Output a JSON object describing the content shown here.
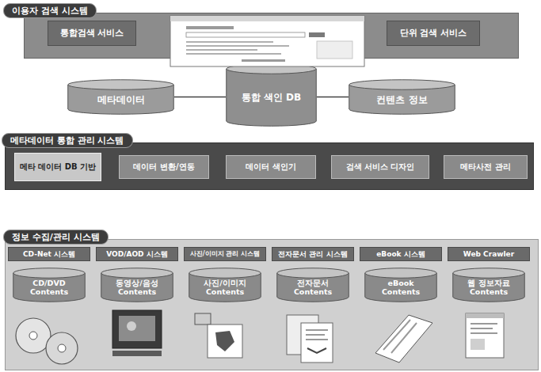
{
  "diagram": {
    "nodes": [
      {
        "text": [
          "이용자 검색 시스템"
        ]
      },
      {
        "text": [
          "통합검색 서비스"
        ],
        "in": 0
      },
      {
        "text": [
          "단위 검색 서비스"
        ],
        "in": 0
      },
      {
        "text": [
          "메타데이터"
        ]
      },
      {
        "text": [
          "통합 색인 DB"
        ]
      },
      {
        "text": [
          "컨텐츠 정보"
        ]
      },
      {
        "text": [
          "메타데이터 통합 관리 시스템"
        ]
      },
      {
        "text": [
          "메타 데이터 DB 기반"
        ],
        "in": 6
      },
      {
        "text": [
          "데이터 변환/연동"
        ],
        "in": 6
      },
      {
        "text": [
          "데이터 색인기"
        ],
        "in": 6
      },
      {
        "text": [
          "검색 서비스 디자인"
        ],
        "in": 6
      },
      {
        "text": [
          "메타사전 관리"
        ],
        "in": 6
      },
      {
        "text": [
          "정보 수집/관리 시스템"
        ]
      },
      {
        "text": [
          "CD-Net 시스템"
        ],
        "in": 12
      },
      {
        "text": [
          "VOD/AOD 시스템"
        ],
        "in": 12
      },
      {
        "text": [
          "사진/이미지 관리 시스템"
        ],
        "in": 12
      },
      {
        "text": [
          "전자문서 관리 시스템"
        ],
        "in": 12
      },
      {
        "text": [
          "eBook 시스템"
        ],
        "in": 12
      },
      {
        "text": [
          "Web Crawler"
        ],
        "in": 12
      },
      {
        "text": [
          "CD/DVD Contents"
        ],
        "in": 12
      },
      {
        "text": [
          "동영상/음성 Contents"
        ],
        "in": 12
      },
      {
        "text": [
          "사진/이미지 Contents"
        ],
        "in": 12
      },
      {
        "text": [
          "전자문서 Contents"
        ],
        "in": 12
      },
      {
        "text": [
          "eBook Contents"
        ],
        "in": 12
      },
      {
        "text": [
          "웹 정보자료 Contents"
        ],
        "in": 12
      }
    ],
    "edges": [
      {
        "from": 3,
        "to": 4,
        "arrow": "none"
      },
      {
        "from": 4,
        "to": 5,
        "arrow": "none"
      }
    ]
  }
}
